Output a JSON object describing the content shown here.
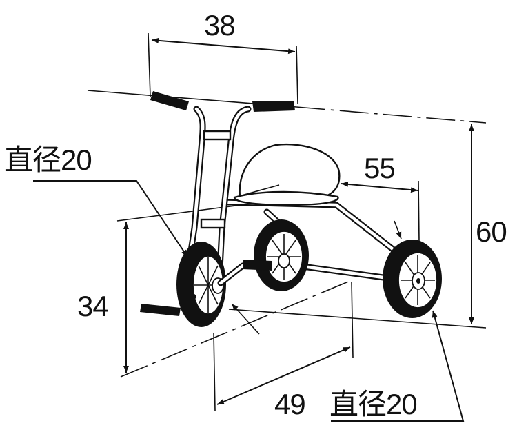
{
  "dimensions": {
    "handlebar_width": "38",
    "height_total": "60",
    "wheelbase": "55",
    "seat_height": "34",
    "depth": "49"
  },
  "wheel_labels": {
    "front_wheel": "直径20",
    "rear_wheel": "直径20"
  },
  "colors": {
    "line": "#111111",
    "background": "#ffffff"
  }
}
